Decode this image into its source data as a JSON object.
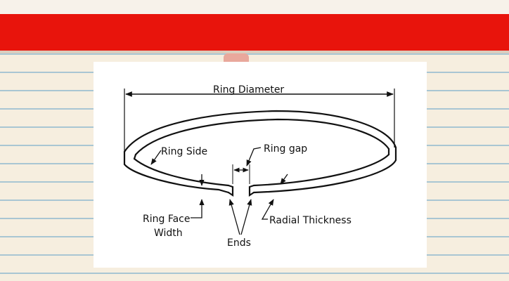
{
  "diagram": {
    "labels": {
      "ring_diameter": "Ring Diameter",
      "ring_side": "Ring Side",
      "ring_gap": "Ring gap",
      "ring_face_width_line1": "Ring Face",
      "ring_face_width_line2": "Width",
      "radial_thickness": "Radial Thickness",
      "ends": "Ends"
    },
    "colors": {
      "header_band": "#e8140c",
      "paper": "#f6eedf",
      "ruled_line": "#a9c6d3",
      "ink": "#111111"
    }
  }
}
